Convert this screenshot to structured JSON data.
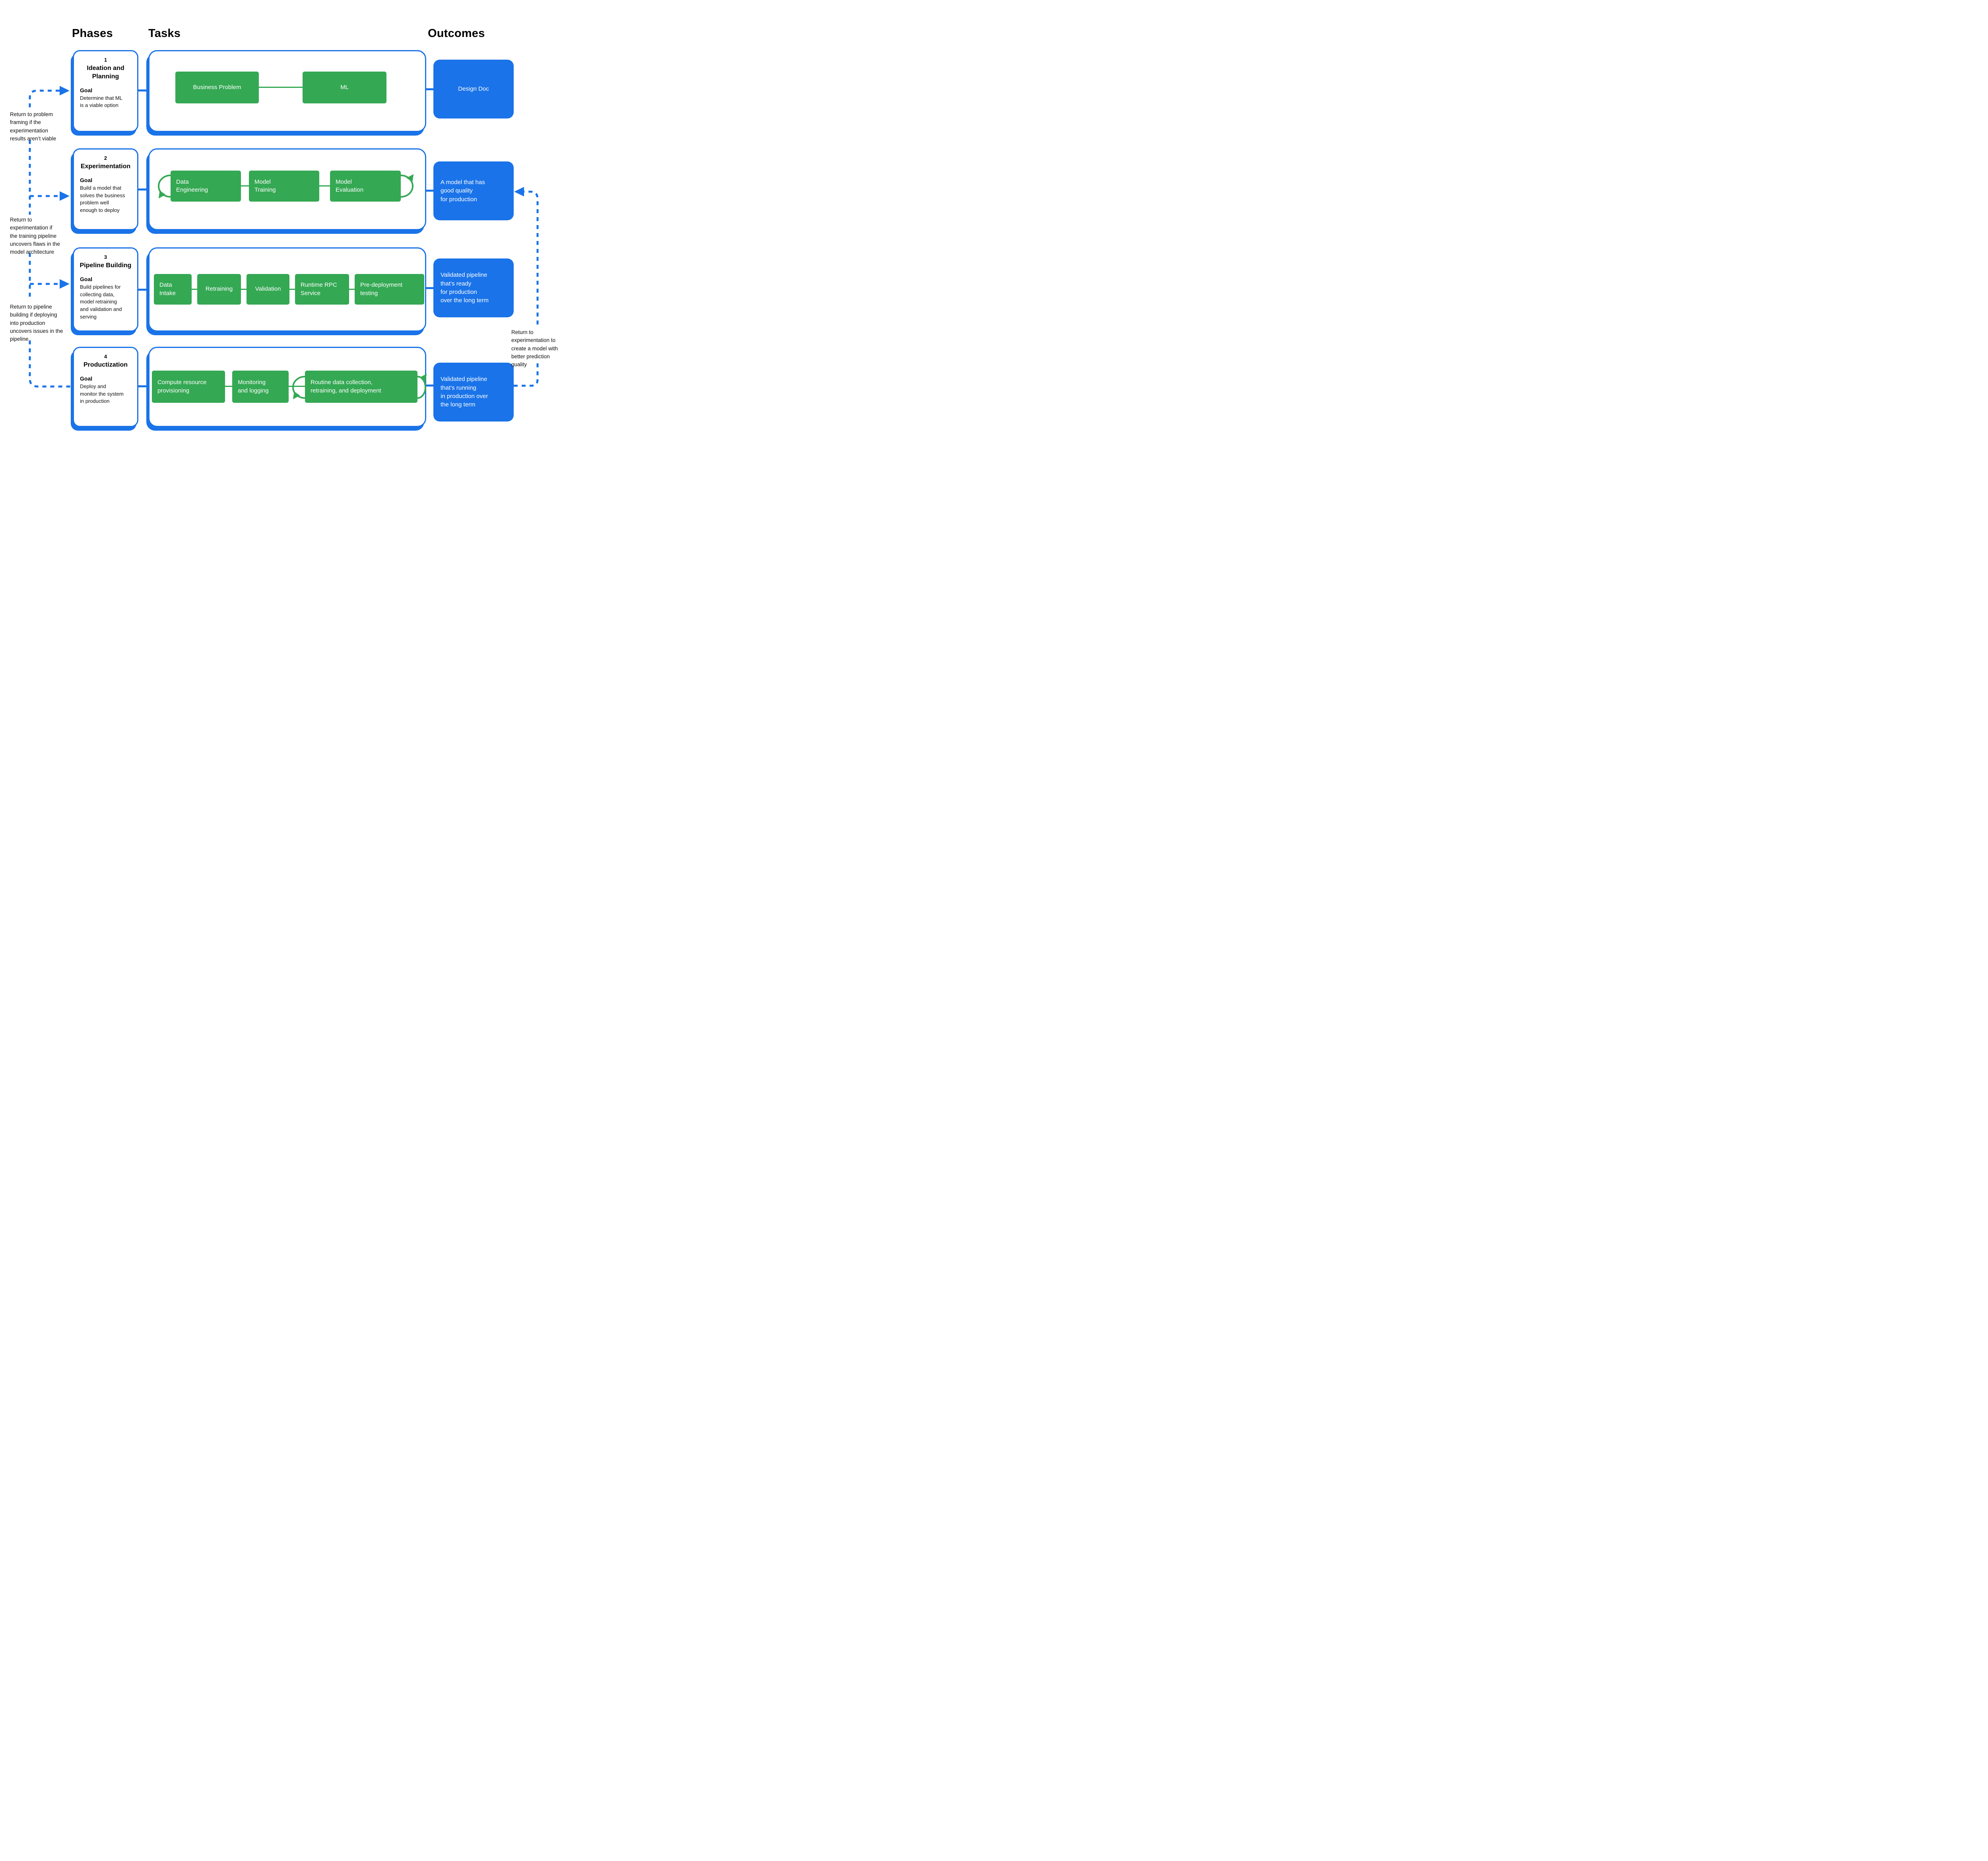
{
  "colors": {
    "green": "#34A853",
    "blue": "#1A73E8",
    "text": "#000000",
    "box_text": "#FFFFFF"
  },
  "headers": {
    "phases": "Phases",
    "tasks": "Tasks",
    "outcomes": "Outcomes"
  },
  "rows": [
    {
      "phase": {
        "number": "1",
        "title": "Ideation and\nPlanning",
        "goal_label": "Goal",
        "goal": "Determine that ML\nis a viable option"
      },
      "tasks": [
        {
          "label": "Business Problem"
        },
        {
          "label": "ML"
        }
      ],
      "outcome": {
        "text": "Design Doc"
      }
    },
    {
      "phase": {
        "number": "2",
        "title": "Experimentation",
        "goal_label": "Goal",
        "goal": "Build a model that\nsolves the business\nproblem well\nenough to deploy"
      },
      "tasks": [
        {
          "label": "Data\nEngineering"
        },
        {
          "label": "Model\nTraining"
        },
        {
          "label": "Model\nEvaluation"
        }
      ],
      "outcome": {
        "text": "A model that has\ngood quality\nfor production"
      }
    },
    {
      "phase": {
        "number": "3",
        "title": "Pipeline Building",
        "goal_label": "Goal",
        "goal": "Build pipelines for\ncollecting data,\nmodel retraining\nand validation and\nserving"
      },
      "tasks": [
        {
          "label": "Data\nIntake"
        },
        {
          "label": "Retraining"
        },
        {
          "label": "Validation"
        },
        {
          "label": "Runtime RPC\nService"
        },
        {
          "label": "Pre-deployment\ntesting"
        }
      ],
      "outcome": {
        "text": "Validated pipeline\nthat’s ready\nfor production\nover the long term"
      }
    },
    {
      "phase": {
        "number": "4",
        "title": "Productization",
        "goal_label": "Goal",
        "goal": "Deploy and\nmonitor the system\nin production"
      },
      "tasks": [
        {
          "label": "Compute resource\nprovisioning"
        },
        {
          "label": "Monitoring\nand logging"
        },
        {
          "label": "Routine data collection,\nretraining, and deployment"
        }
      ],
      "outcome": {
        "text": "Validated pipeline\nthat’s running\nin production over\nthe long term"
      }
    }
  ],
  "annotations": [
    {
      "text": "Return to problem\nframing if the\nexperimentation\nresults aren’t viable"
    },
    {
      "text": "Return to\nexperimentation if\nthe training pipeline\nuncovers flaws in the\nmodel architecture"
    },
    {
      "text": "Return to pipeline\nbuilding if deploying\ninto production\nuncovers issues in the\npipeline"
    },
    {
      "text": "Return to\nexperimentation to\ncreate a model with\nbetter prediction\nquality"
    }
  ]
}
